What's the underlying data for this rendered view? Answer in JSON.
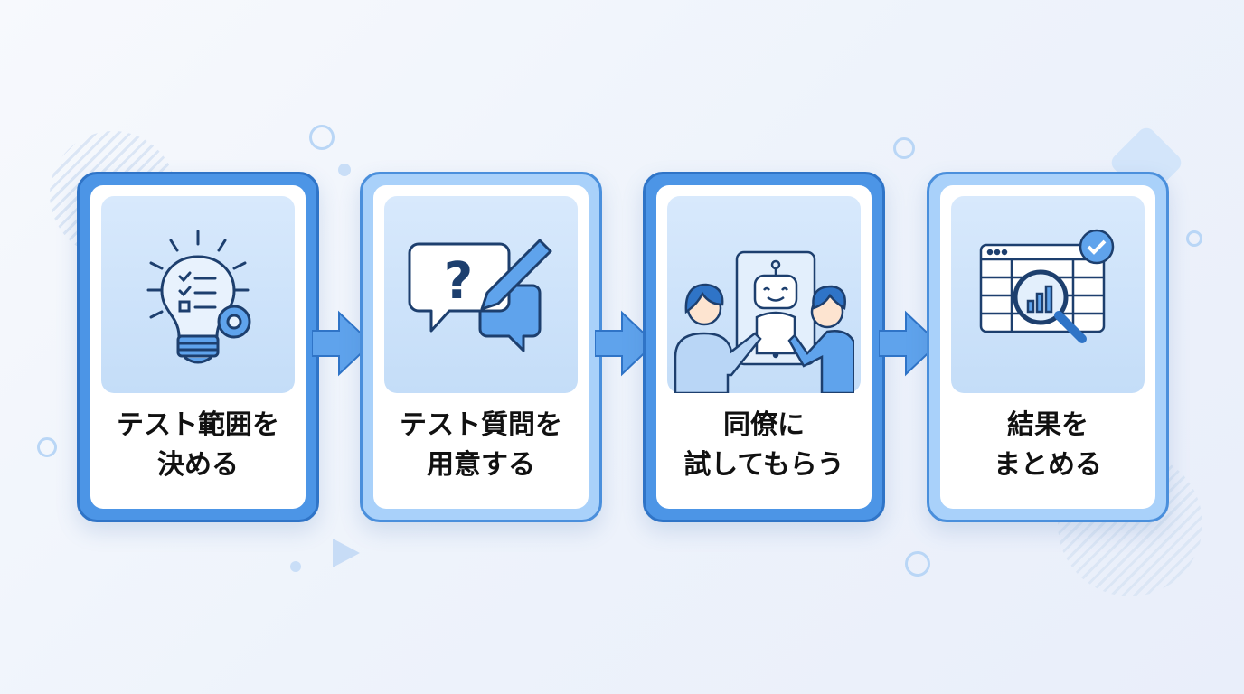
{
  "steps": [
    {
      "line1": "テスト範囲を",
      "line2": "決める",
      "icon": "lightbulb-checklist-gear-icon"
    },
    {
      "line1": "テスト質問を",
      "line2": "用意する",
      "icon": "question-bubble-pencil-icon"
    },
    {
      "line1": "同僚に",
      "line2": "試してもらう",
      "icon": "people-robot-tablet-icon"
    },
    {
      "line1": "結果を",
      "line2": "まとめる",
      "icon": "spreadsheet-magnifier-check-icon"
    }
  ],
  "colors": {
    "primary": "#4c95e6",
    "light": "#a9d1fa",
    "outline": "#2f74c7",
    "icon_stroke": "#1d3f6e"
  }
}
